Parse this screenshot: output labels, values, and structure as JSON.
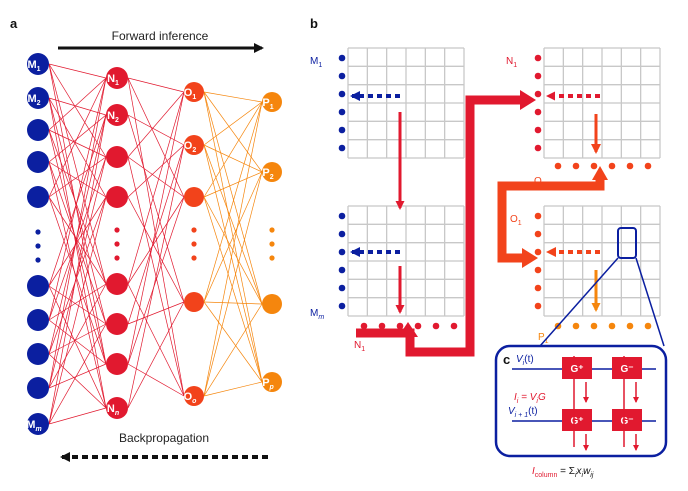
{
  "panels": {
    "a": "a",
    "b": "b",
    "c": "c"
  },
  "panel_a": {
    "forward_label": "Forward inference",
    "backprop_label": "Backpropagation",
    "layers": [
      {
        "name": "M",
        "color": "#0b1fa0",
        "labels": [
          "M",
          "M",
          "M"
        ],
        "subs": [
          "1",
          "2",
          "m"
        ]
      },
      {
        "name": "N",
        "color": "#e1192f",
        "labels": [
          "N",
          "N",
          "N"
        ],
        "subs": [
          "1",
          "2",
          "n"
        ]
      },
      {
        "name": "O",
        "color": "#f2431b",
        "labels": [
          "O",
          "O",
          "O"
        ],
        "subs": [
          "1",
          "2",
          "o"
        ]
      },
      {
        "name": "P",
        "color": "#f5860d",
        "labels": [
          "P",
          "P",
          "P"
        ],
        "subs": [
          "1",
          "2",
          "p"
        ]
      }
    ]
  },
  "panel_b": {
    "labels": {
      "m1": "M",
      "m1_sub": "1",
      "mm": "M",
      "mm_sub": "m",
      "n1_top": "N",
      "n1_top_sub": "1",
      "n1_bottom": "N",
      "n1_bottom_sub": "1",
      "o1_right": "O",
      "o1_right_sub": "1",
      "o1_left": "O",
      "o1_left_sub": "1",
      "p1": "P",
      "p1_sub": "1"
    }
  },
  "panel_c": {
    "v_i": "V",
    "v_i_sub": "i",
    "v_i_t": "(t)",
    "v_i1": "V",
    "v_i1_sub": "i + 1",
    "v_i1_t": "(t)",
    "i_eq": "I",
    "i_eq_sub": "i",
    "i_eq_rest": " = V",
    "i_eq_sub2": "i",
    "i_eq_tail": "G",
    "gplus": "G⁺",
    "gminus": "G⁻",
    "icol": "I",
    "icol_sub": "column",
    "icol_rest": " = Σ",
    "icol_sub2": "i",
    "icol_x": "x",
    "icol_sub3": "i",
    "icol_w": "w",
    "icol_sub4": "ij"
  },
  "colors": {
    "blue": "#0b1fa0",
    "red": "#e1192f",
    "redorange": "#f2431b",
    "orange": "#f5860d",
    "grid": "#c8c8c8",
    "black": "#111111"
  }
}
